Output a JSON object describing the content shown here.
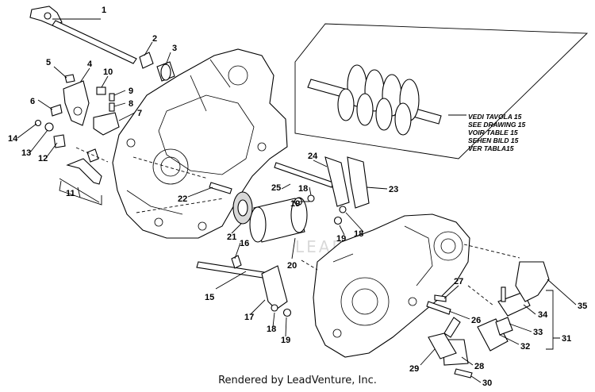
{
  "callouts": [
    "1",
    "2",
    "3",
    "4",
    "5",
    "6",
    "7",
    "8",
    "9",
    "10",
    "11",
    "12",
    "13",
    "14",
    "15",
    "16",
    "17",
    "18",
    "18",
    "18",
    "19",
    "19",
    "19",
    "20",
    "21",
    "22",
    "23",
    "24",
    "25",
    "26",
    "27",
    "28",
    "29",
    "30",
    "31",
    "32",
    "33",
    "34",
    "35"
  ],
  "inset_note": {
    "lines": [
      "VEDI TAVOLA 15",
      "SEE DRAWING 15",
      "VOIR TABLE 15",
      "SEHEN BILD 15",
      "VER TABLA15"
    ]
  },
  "watermark": "LEADVENTURE",
  "footer": "Rendered by LeadVenture, Inc."
}
